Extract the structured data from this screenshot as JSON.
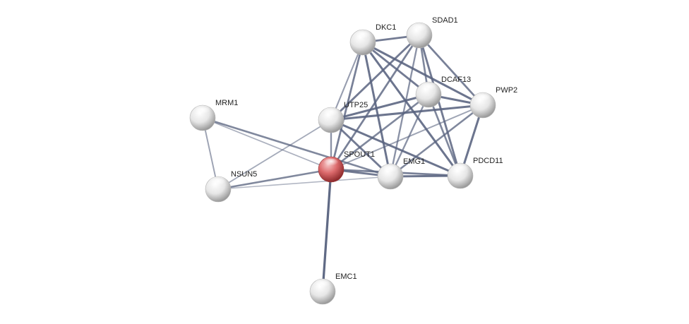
{
  "network": {
    "nodes": [
      {
        "id": "SPOUT1",
        "label": "SPOUT1",
        "query": true
      },
      {
        "id": "DKC1",
        "label": "DKC1",
        "query": false
      },
      {
        "id": "SDAD1",
        "label": "SDAD1",
        "query": false
      },
      {
        "id": "DCAF13",
        "label": "DCAF13",
        "query": false
      },
      {
        "id": "PWP2",
        "label": "PWP2",
        "query": false
      },
      {
        "id": "UTP25",
        "label": "UTP25",
        "query": false
      },
      {
        "id": "MRM1",
        "label": "MRM1",
        "query": false
      },
      {
        "id": "NSUN5",
        "label": "NSUN5",
        "query": false
      },
      {
        "id": "EMG1",
        "label": "EMG1",
        "query": false
      },
      {
        "id": "PDCD11",
        "label": "PDCD11",
        "query": false
      },
      {
        "id": "EMC1",
        "label": "EMC1",
        "query": false
      }
    ],
    "edges": [
      {
        "source": "SPOUT1",
        "target": "EMC1",
        "strength": 0.95
      },
      {
        "source": "SPOUT1",
        "target": "UTP25",
        "strength": 0.6
      },
      {
        "source": "SPOUT1",
        "target": "NSUN5",
        "strength": 0.7
      },
      {
        "source": "SPOUT1",
        "target": "MRM1",
        "strength": 0.35
      },
      {
        "source": "SPOUT1",
        "target": "EMG1",
        "strength": 0.8
      },
      {
        "source": "SPOUT1",
        "target": "PDCD11",
        "strength": 0.75
      },
      {
        "source": "SPOUT1",
        "target": "DKC1",
        "strength": 0.75
      },
      {
        "source": "SPOUT1",
        "target": "SDAD1",
        "strength": 0.75
      },
      {
        "source": "SPOUT1",
        "target": "DCAF13",
        "strength": 0.7
      },
      {
        "source": "SPOUT1",
        "target": "PWP2",
        "strength": 0.45
      },
      {
        "source": "MRM1",
        "target": "NSUN5",
        "strength": 0.45
      },
      {
        "source": "MRM1",
        "target": "EMG1",
        "strength": 0.7
      },
      {
        "source": "NSUN5",
        "target": "UTP25",
        "strength": 0.4
      },
      {
        "source": "NSUN5",
        "target": "EMG1",
        "strength": 0.3
      },
      {
        "source": "UTP25",
        "target": "DKC1",
        "strength": 0.5
      },
      {
        "source": "UTP25",
        "target": "SDAD1",
        "strength": 0.8
      },
      {
        "source": "UTP25",
        "target": "DCAF13",
        "strength": 0.85
      },
      {
        "source": "UTP25",
        "target": "PWP2",
        "strength": 0.85
      },
      {
        "source": "UTP25",
        "target": "EMG1",
        "strength": 0.8
      },
      {
        "source": "UTP25",
        "target": "PDCD11",
        "strength": 0.85
      },
      {
        "source": "DKC1",
        "target": "SDAD1",
        "strength": 0.8
      },
      {
        "source": "DKC1",
        "target": "DCAF13",
        "strength": 0.8
      },
      {
        "source": "DKC1",
        "target": "PWP2",
        "strength": 0.85
      },
      {
        "source": "DKC1",
        "target": "EMG1",
        "strength": 0.85
      },
      {
        "source": "DKC1",
        "target": "PDCD11",
        "strength": 0.85
      },
      {
        "source": "SDAD1",
        "target": "DCAF13",
        "strength": 0.7
      },
      {
        "source": "SDAD1",
        "target": "PWP2",
        "strength": 0.75
      },
      {
        "source": "SDAD1",
        "target": "EMG1",
        "strength": 0.6
      },
      {
        "source": "SDAD1",
        "target": "PDCD11",
        "strength": 0.8
      },
      {
        "source": "DCAF13",
        "target": "PWP2",
        "strength": 0.85
      },
      {
        "source": "DCAF13",
        "target": "EMG1",
        "strength": 0.6
      },
      {
        "source": "DCAF13",
        "target": "PDCD11",
        "strength": 0.7
      },
      {
        "source": "PWP2",
        "target": "EMG1",
        "strength": 0.7
      },
      {
        "source": "PWP2",
        "target": "PDCD11",
        "strength": 0.85
      },
      {
        "source": "EMG1",
        "target": "PDCD11",
        "strength": 0.85
      }
    ]
  },
  "colors": {
    "edge": "#5a6480",
    "node_default": "#e8e8e8",
    "node_query": "#d9686a",
    "label": "#222222"
  }
}
